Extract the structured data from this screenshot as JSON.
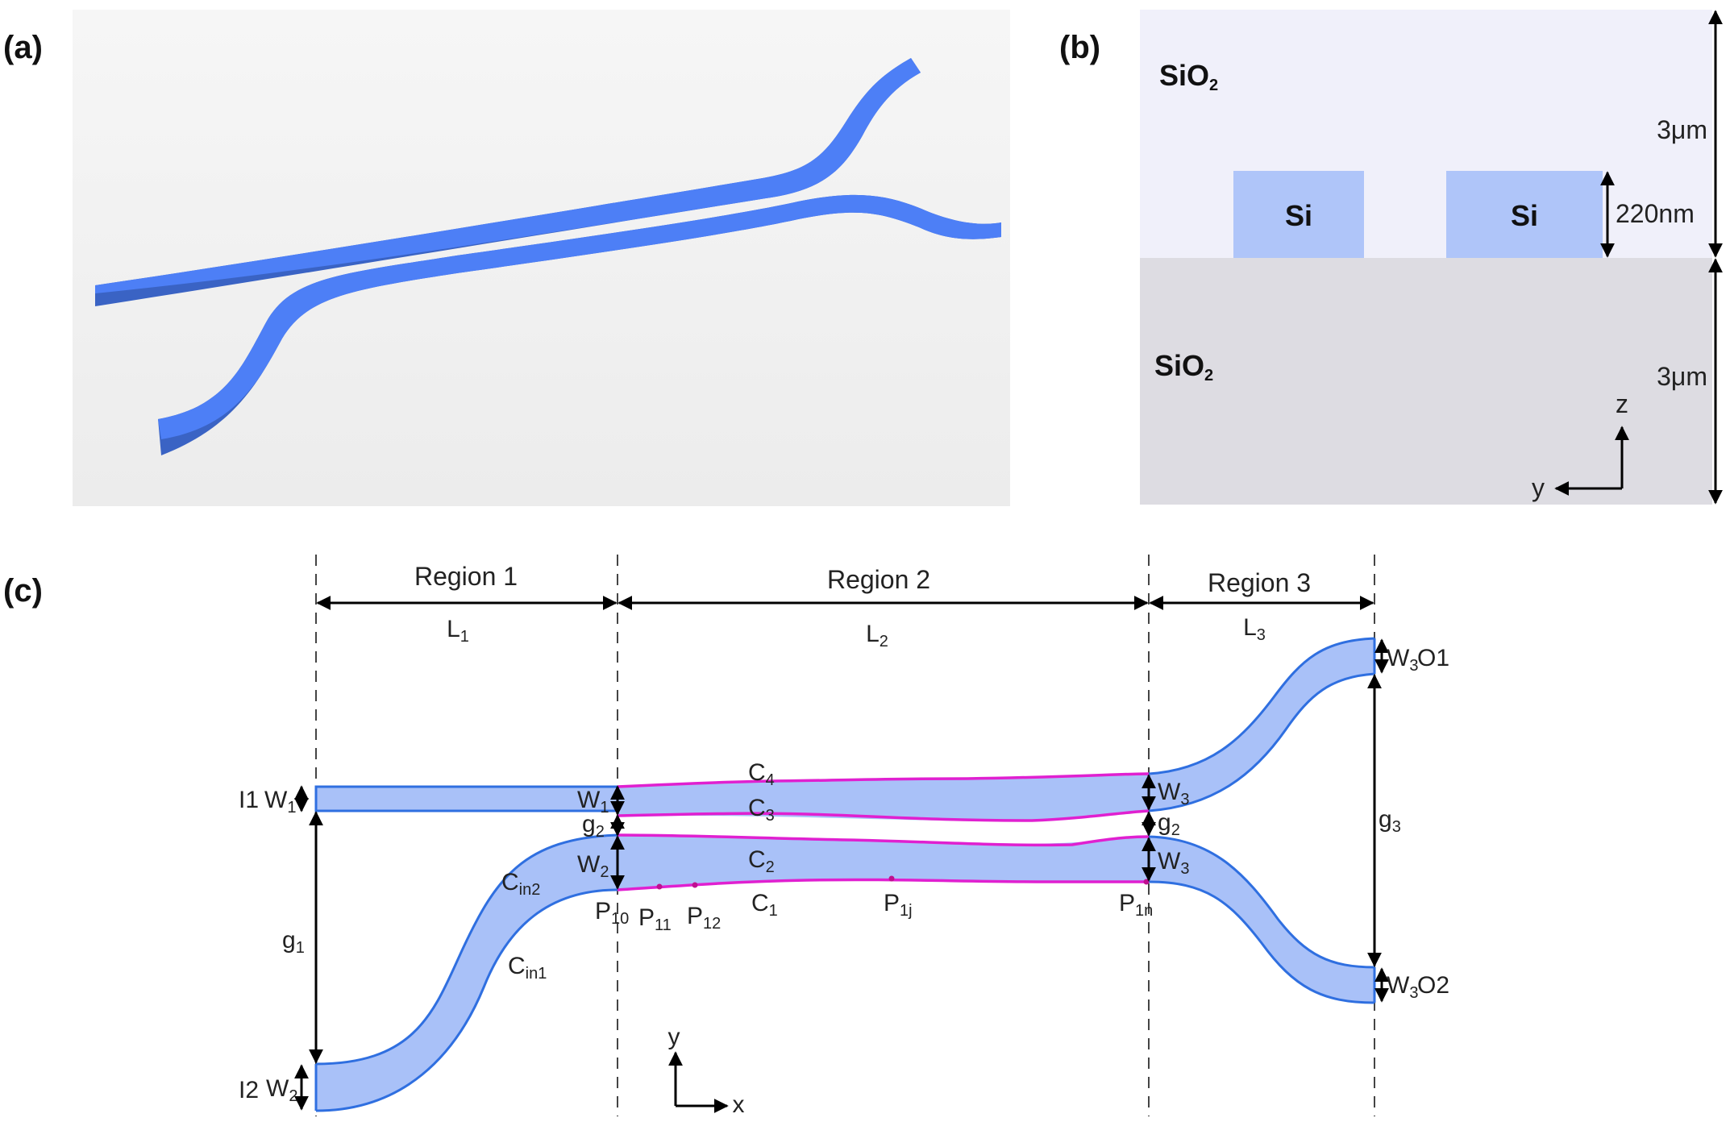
{
  "panel_labels": {
    "a": "(a)",
    "b": "(b)",
    "c": "(c)"
  },
  "panel_b": {
    "top_material": "SiO2",
    "bottom_material": "SiO2",
    "core_material": "Si",
    "thickness_top": "3μm",
    "thickness_bottom": "3μm",
    "core_height": "220nm",
    "axis_z": "z",
    "axis_y": "y"
  },
  "panel_c": {
    "regions": [
      "Region 1",
      "Region 2",
      "Region 3"
    ],
    "lengths": [
      "L1",
      "L2",
      "L3"
    ],
    "ports": {
      "i1": "I1",
      "i2": "I2",
      "o1": "O1",
      "o2": "O2"
    },
    "widths": {
      "w1": "W1",
      "w2": "W2",
      "w3": "W3"
    },
    "gaps": {
      "g1": "g1",
      "g2": "g2",
      "g3": "g3"
    },
    "curves": [
      "C1",
      "C2",
      "C3",
      "C4",
      "Cin1",
      "Cin2"
    ],
    "points": [
      "P10",
      "P11",
      "P12",
      "P1j",
      "P1n"
    ],
    "axis_x": "x",
    "axis_y": "y"
  },
  "colors": {
    "waveguide_3d": "#4d7ff6",
    "waveguide_fill": "#a9c1f8",
    "edge_blue": "#2f6fe0",
    "edge_magenta": "#e020d0",
    "cladding_top": "#f0f0fa",
    "cladding_bottom": "#dddce2",
    "si_core": "#afc5f9"
  }
}
